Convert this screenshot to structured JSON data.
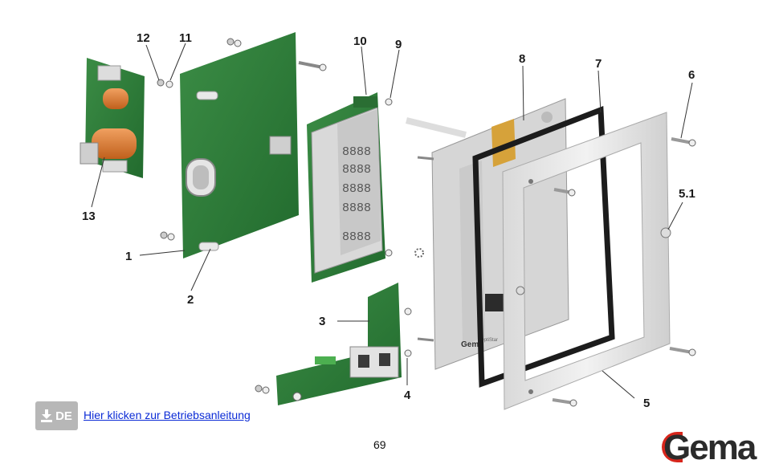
{
  "diagram": {
    "callouts": [
      {
        "id": "c1",
        "label": "1"
      },
      {
        "id": "c2",
        "label": "2"
      },
      {
        "id": "c3",
        "label": "3"
      },
      {
        "id": "c4",
        "label": "4"
      },
      {
        "id": "c5",
        "label": "5"
      },
      {
        "id": "c5_1",
        "label": "5.1"
      },
      {
        "id": "c6",
        "label": "6"
      },
      {
        "id": "c7",
        "label": "7"
      },
      {
        "id": "c8",
        "label": "8"
      },
      {
        "id": "c9",
        "label": "9"
      },
      {
        "id": "c10",
        "label": "10"
      },
      {
        "id": "c11",
        "label": "11"
      },
      {
        "id": "c12",
        "label": "12"
      },
      {
        "id": "c13",
        "label": "13"
      }
    ],
    "display_digits": "8888",
    "panel_brand": "Gema",
    "panel_label": "OptiStar"
  },
  "footer": {
    "download_badge": "DE",
    "manual_link": "Hier klicken zur Betriebsanleitung",
    "page_number": "69",
    "logo_text": "Gema"
  },
  "colors": {
    "pcb_green": "#2e7d3a",
    "frame_gray": "#e6e6e6",
    "gasket_black": "#1c1c1c",
    "logo_red": "#d7261c",
    "link_blue": "#0b2bd6"
  },
  "icons": {
    "download": "download-icon"
  }
}
